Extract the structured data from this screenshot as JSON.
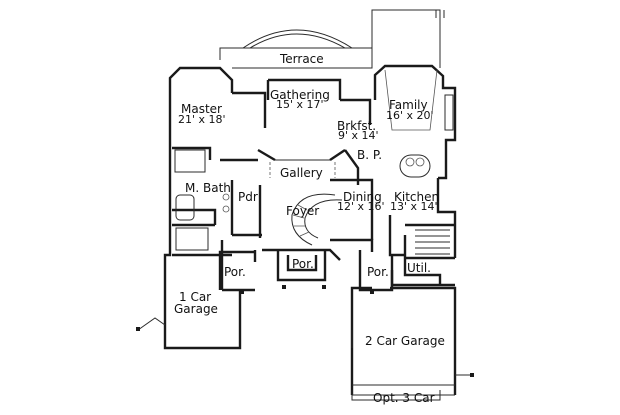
{
  "rooms": {
    "terrace": {
      "name": "Terrace"
    },
    "gathering": {
      "name": "Gathering",
      "size": "15' x 17'"
    },
    "master": {
      "name": "Master",
      "size": "21' x 18'"
    },
    "family": {
      "name": "Family",
      "size": "16' x 20'"
    },
    "breakfast": {
      "name": "Brkfst.",
      "size": "9' x 14'"
    },
    "butler_pantry": {
      "name": "B. P."
    },
    "gallery": {
      "name": "Gallery"
    },
    "master_bath": {
      "name": "M. Bath"
    },
    "powder": {
      "name": "Pdr"
    },
    "foyer": {
      "name": "Foyer"
    },
    "dining": {
      "name": "Dining",
      "size": "12' x 16'"
    },
    "kitchen": {
      "name": "Kitchen",
      "size": "13' x 14'"
    },
    "porch_left": {
      "name": "Por."
    },
    "porch_center": {
      "name": "Por."
    },
    "porch_right": {
      "name": "Por."
    },
    "utility": {
      "name": "Util."
    },
    "garage_1": {
      "line1": "1 Car",
      "line2": "Garage"
    },
    "garage_2": {
      "name": "2 Car Garage"
    },
    "garage_opt": {
      "name": "Opt. 3 Car"
    }
  }
}
